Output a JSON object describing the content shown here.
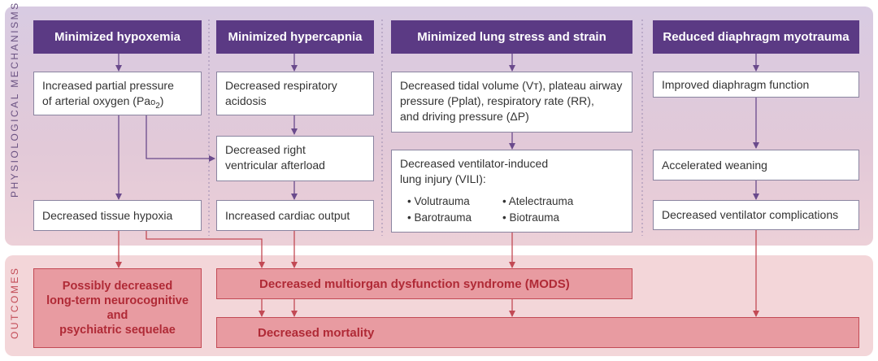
{
  "side_labels": {
    "physiological": "PHYSIOLOGICAL MECHANISMS",
    "outcomes": "OUTCOMES"
  },
  "headers": [
    "Minimized hypoxemia",
    "Minimized hypercapnia",
    "Minimized lung stress and strain",
    "Reduced diaphragm myotrauma"
  ],
  "col1": {
    "box1_line1": "Increased partial pressure",
    "box1_line2_pre": "of arterial oxygen (Pa",
    "box1_sub_o": "o",
    "box1_sub_2": "2",
    "box1_line2_post": ")",
    "box2": "Decreased tissue hypoxia"
  },
  "col2": {
    "box1_line1": "Decreased respiratory",
    "box1_line2": "acidosis",
    "box2_line1": "Decreased right",
    "box2_line2": "ventricular afterload",
    "box3": "Increased cardiac output"
  },
  "col3": {
    "box1_line1": "Decreased tidal volume (Vᴛ), plateau airway",
    "box1_line2": "pressure (Pplat), respiratory rate (RR),",
    "box1_line3": "and driving pressure (ΔP)",
    "box2_line1": "Decreased ventilator-induced",
    "box2_line2": "lung injury (VILI):",
    "bullets": [
      "• Volutrauma",
      "• Atelectrauma",
      "• Barotrauma",
      "• Biotrauma"
    ]
  },
  "col4": {
    "box1": "Improved diaphragm function",
    "box2": "Accelerated weaning",
    "box3": "Decreased ventilator complications"
  },
  "outcomes": {
    "o1_lines": [
      "Possibly decreased",
      "long-term neurocognitive",
      "and",
      "psychiatric sequelae"
    ],
    "mods": "Decreased multiorgan dysfunction syndrome (MODS)",
    "mortality": "Decreased mortality"
  },
  "colors": {
    "purple": "#5b3a84",
    "arrow_purple": "#6a4a8c",
    "red": "#c24a55"
  }
}
